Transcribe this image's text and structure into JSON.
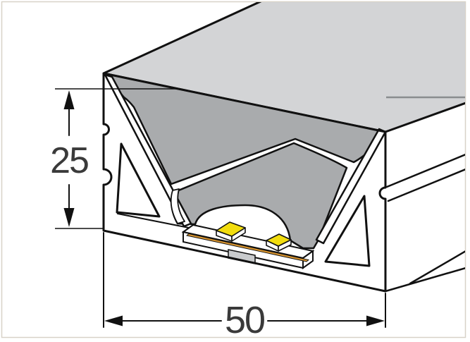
{
  "figure": {
    "description_hint": "isometric cross-section drawing of an LED neon profile",
    "height_label": "25",
    "width_label": "50"
  },
  "colors": {
    "canvas": "#ffffff",
    "frame_border": "#d8d2c8",
    "outline": "#111111",
    "top_surface": "#d3d4d6",
    "shaded_surface": "#a9abad",
    "led_chip": "#f2dd0e",
    "pcb_strip": "#d9952f",
    "solder_pad": "#c9cbcd",
    "dimension_text": "#3a3a3a",
    "leader_line": "#8a8d8f"
  }
}
